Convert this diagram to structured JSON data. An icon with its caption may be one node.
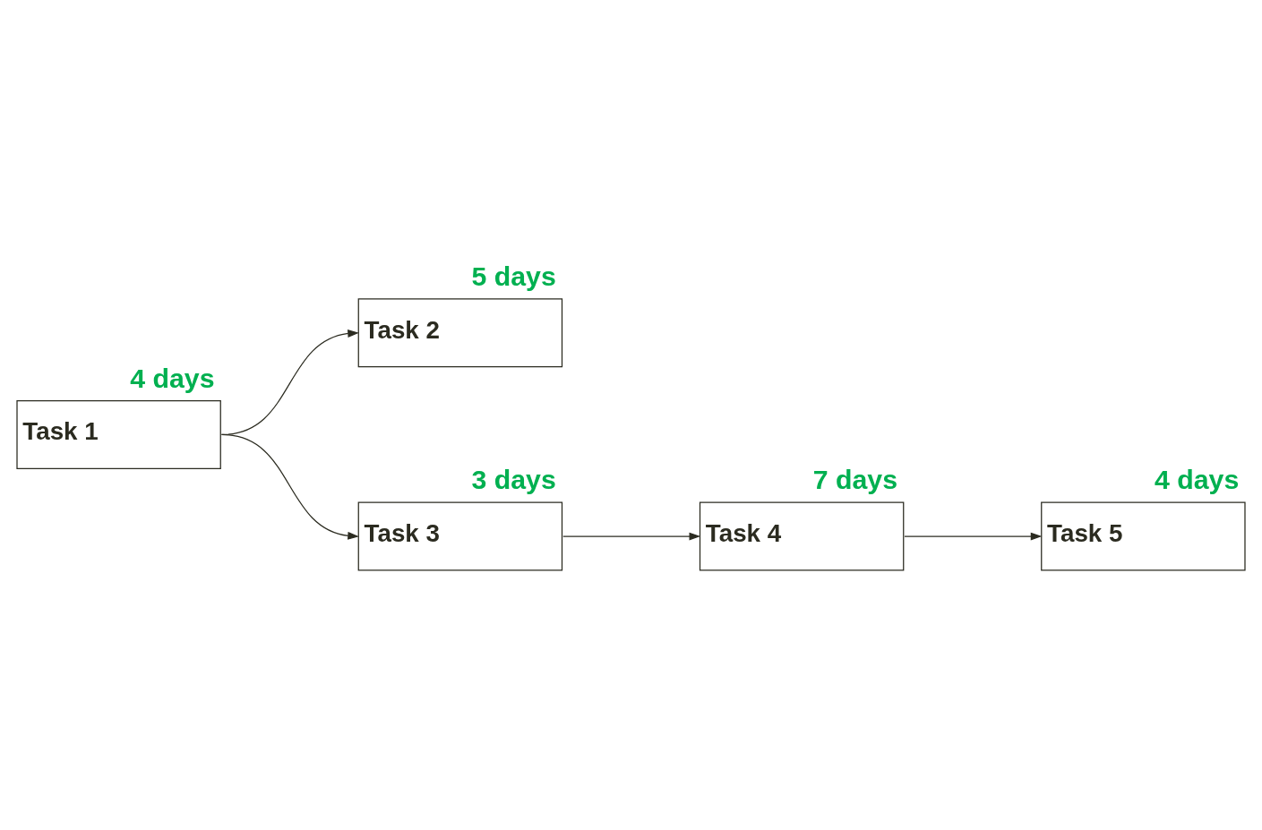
{
  "diagram": {
    "nodes": [
      {
        "text": [
          "Task 1"
        ],
        "beside": [
          "4 days"
        ]
      },
      {
        "text": [
          "Task 2"
        ],
        "beside": [
          "5 days"
        ]
      },
      {
        "text": [
          "Task 3"
        ],
        "beside": [
          "3 days"
        ]
      },
      {
        "text": [
          "Task 4"
        ],
        "beside": [
          "7 days"
        ]
      },
      {
        "text": [
          "Task 5"
        ],
        "beside": [
          "4 days"
        ]
      }
    ],
    "edges": [
      {
        "from": 0,
        "to": 1,
        "arrow": "to"
      },
      {
        "from": 0,
        "to": 2,
        "arrow": "to"
      },
      {
        "from": 2,
        "to": 3,
        "arrow": "to"
      },
      {
        "from": 3,
        "to": 4,
        "arrow": "to"
      }
    ]
  }
}
